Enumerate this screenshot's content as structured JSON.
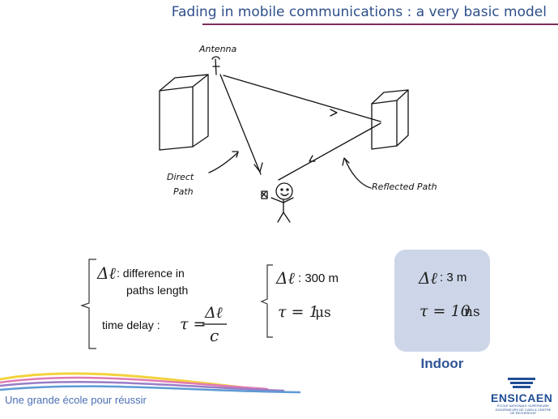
{
  "slide": {
    "title": "Fading in mobile communications : a very basic model"
  },
  "sketch": {
    "antenna_label": "Antenna",
    "direct_path_label_line1": "Direct",
    "direct_path_label_line2": "Path",
    "reflected_path_label": "Reflected Path"
  },
  "formulas": {
    "general": {
      "delta_symbol": "Δℓ",
      "delta_desc_line1": ":  difference in",
      "delta_desc_line2": "paths length",
      "time_delay_label": "time delay :",
      "tau_lhs": "τ =",
      "fraction_numerator": "Δℓ",
      "fraction_denominator": "c"
    },
    "outdoor": {
      "delta_symbol": "Δℓ",
      "delta_value": ": 300 m",
      "tau_lhs": "τ = 1",
      "tau_unit": "μs"
    },
    "indoor": {
      "delta_symbol": "Δℓ",
      "delta_value": ": 3 m",
      "tau_lhs": "τ = 10",
      "tau_unit": "ns",
      "label": "Indoor"
    }
  },
  "footer": {
    "tagline": "Une grande école pour réussir",
    "logo_name": "ENSICAEN",
    "logo_subtitle": "ÉCOLE NATIONALE SUPÉRIEURE D'INGÉNIEURS DE CAEN & CENTRE DE RECHERCHE"
  },
  "colors": {
    "title": "#2f4f8a",
    "title_rule": "#7b2d5a",
    "indoor_box": "#cdd6e8",
    "indoor_label": "#2f5597",
    "logo": "#1f4e96"
  }
}
